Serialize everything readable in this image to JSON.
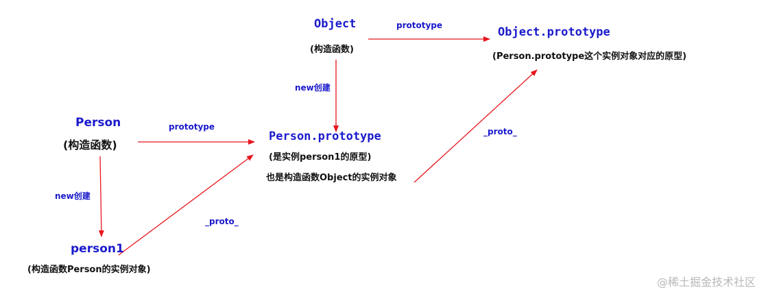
{
  "nodes": {
    "object": {
      "title": "Object",
      "note": "(构造函数)"
    },
    "object_prototype": {
      "title": "Object.prototype",
      "note": "(Person.prototype这个实例对象对应的原型)"
    },
    "person": {
      "title": "Person",
      "note": "(构造函数)"
    },
    "person_prototype": {
      "title": "Person.prototype",
      "note1": "(是实例person1的原型)",
      "note2": "也是构造函数Object的实例对象"
    },
    "person1": {
      "title": "person1",
      "note": "(构造函数Person的实例对象)"
    }
  },
  "edges": {
    "object_to_object_prototype": "prototype",
    "object_new": "new创建",
    "person_to_person_prototype": "prototype",
    "person_new": "new创建",
    "person1_proto": "_proto_",
    "person_prototype_proto": "_proto_"
  },
  "watermark": "@稀土掘金技术社区",
  "colors": {
    "node_title": "#1a1acc",
    "edge_label": "#1a1acc",
    "arrow": "#e8141c",
    "note_text": "#111111",
    "watermark": "#b8b8b8"
  }
}
